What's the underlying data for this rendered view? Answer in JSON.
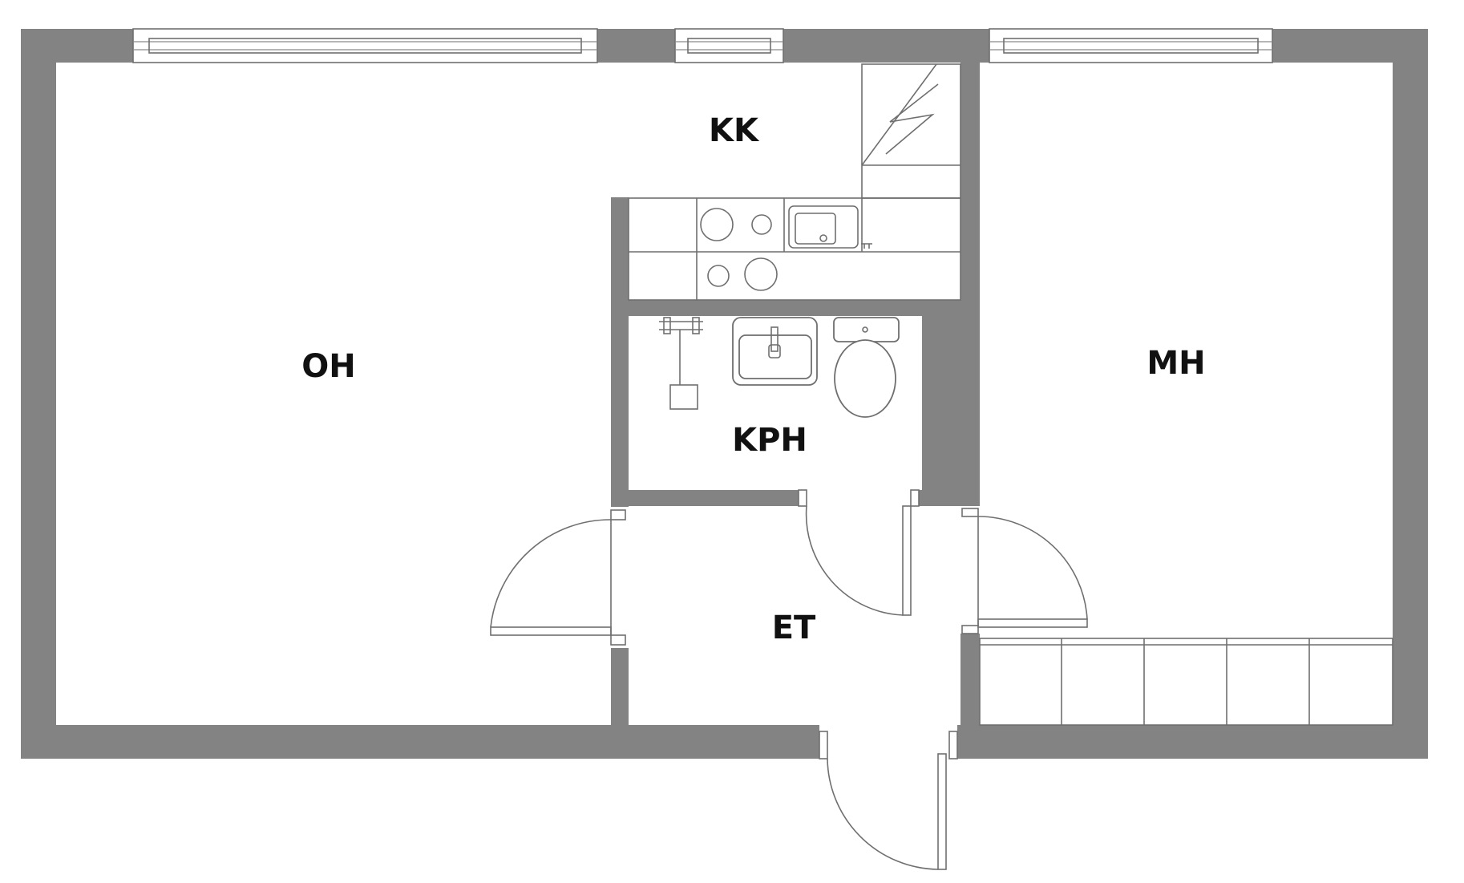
{
  "rooms": {
    "oh": "OH",
    "kk": "KK",
    "kph": "KPH",
    "mh": "MH",
    "et": "ET"
  },
  "colors": {
    "wall": "#838383",
    "line": "#6f6f6f",
    "label": "#111111",
    "background": "#ffffff"
  }
}
